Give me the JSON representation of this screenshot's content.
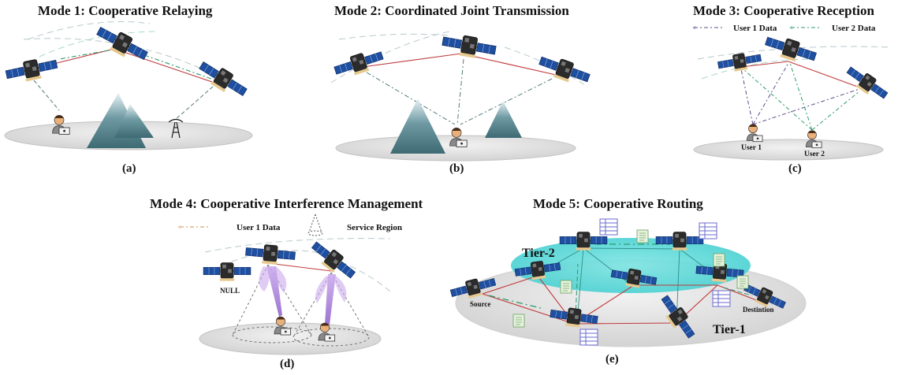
{
  "panels": {
    "a": {
      "title": "Mode 1: Cooperative Relaying",
      "caption": "(a)"
    },
    "b": {
      "title": "Mode 2: Coordinated Joint Transmission",
      "caption": "(b)"
    },
    "c": {
      "title": "Mode 3: Cooperative Reception",
      "caption": "(c)",
      "legend": {
        "user1": "User 1 Data",
        "user2": "User 2 Data"
      },
      "users": [
        "User 1",
        "User 2"
      ]
    },
    "d": {
      "title": "Mode 4: Cooperative Interference Management",
      "caption": "(d)",
      "legend": {
        "user1": "User 1 Data",
        "region": "Service Region"
      },
      "null_label": "NULL"
    },
    "e": {
      "title": "Mode 5: Cooperative Routing",
      "caption": "(e)",
      "tier2": "Tier-2",
      "tier1": "Tier-1",
      "source": "Source",
      "destination": "Destintion"
    }
  },
  "colors": {
    "link_red": "#c0393b",
    "data_green": "#2e9a6a",
    "user1_purple": "#5a4a8a",
    "panel_blue": "#1f4fa0",
    "ground": "#dcdcdc",
    "tier2": "#4fd6d6",
    "beam": "#9b6fd0"
  }
}
